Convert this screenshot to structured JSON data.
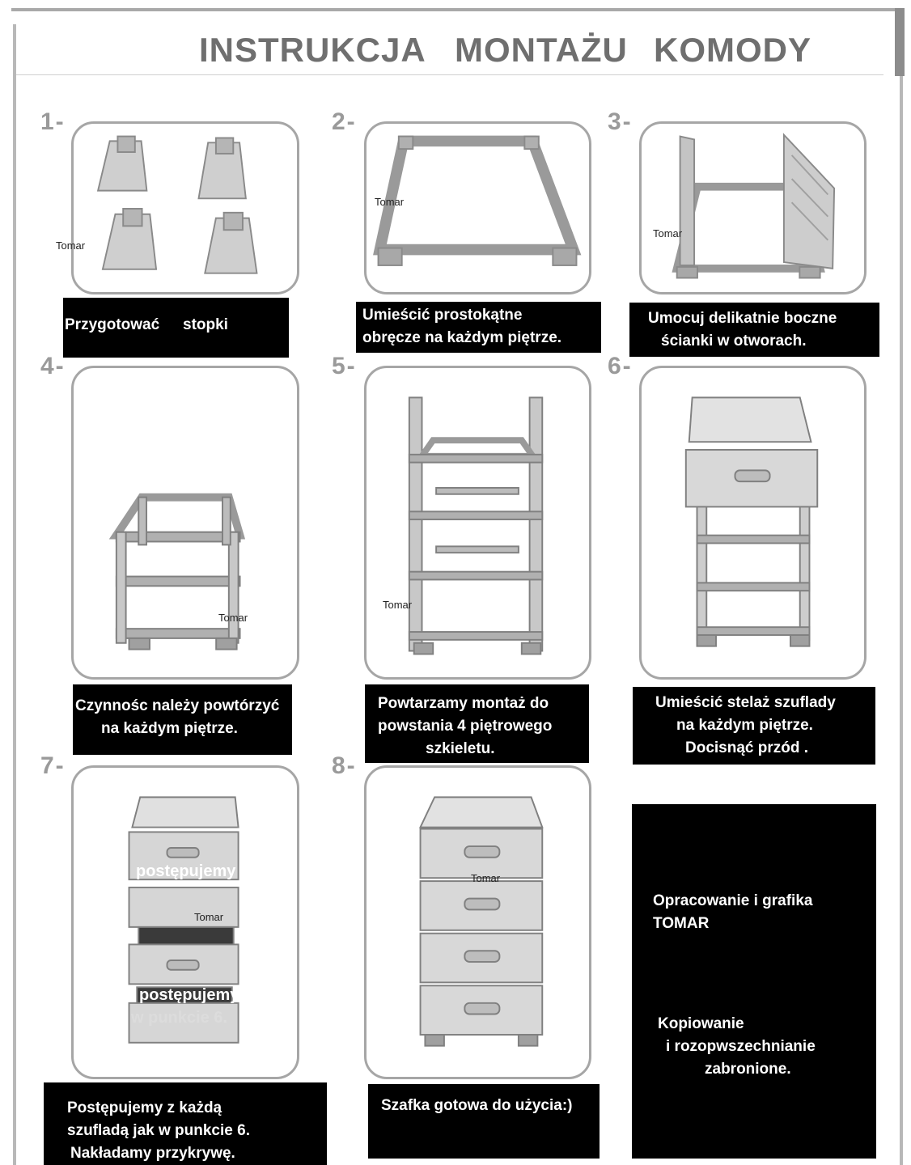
{
  "title": {
    "word1": "INSTRUKCJA",
    "word2": "MONTAŻU",
    "word3": "KOMODY"
  },
  "watermark": "Tomar",
  "steps": [
    {
      "number": "1-",
      "caption": [
        "Przygotować",
        "stopki"
      ]
    },
    {
      "number": "2-",
      "caption": [
        "Umieścić prostokątne",
        "obręcze na każdym piętrze."
      ]
    },
    {
      "number": "3-",
      "caption": [
        "Umocuj  delikatnie boczne",
        "ścianki w otworach."
      ]
    },
    {
      "number": "4-",
      "caption": [
        "Czynnośc należy powtórzyć",
        "na każdym piętrze."
      ]
    },
    {
      "number": "5-",
      "caption": [
        "Powtarzamy montaż do",
        "powstania 4 piętrowego",
        "szkieletu."
      ]
    },
    {
      "number": "6-",
      "caption": [
        "Umieścić stelaż szuflady",
        "na każdym piętrze.",
        "Docisnąć przód ."
      ]
    },
    {
      "number": "7-",
      "caption": [
        "Postępujemy z każdą",
        "szufladą jak w punkcie 6.",
        "Nakładamy przykrywę."
      ]
    },
    {
      "number": "8-",
      "caption": [
        "Szafka gotowa do użycia:)"
      ]
    }
  ],
  "overlay_text": {
    "step7_a": "postępujemy",
    "step7_b": "postępujemy",
    "step7_c": "w punkcie 6."
  },
  "credits": {
    "line1": "Opracowanie i grafika",
    "line2": "TOMAR",
    "line3": "Kopiowanie",
    "line4": "i rozopwszechnianie",
    "line5": "zabronione."
  }
}
